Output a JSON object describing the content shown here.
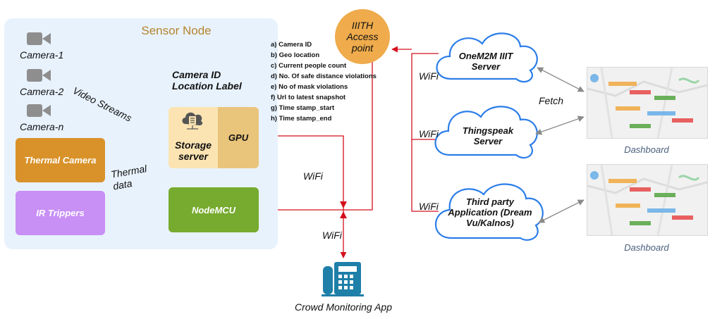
{
  "sensor_node": {
    "title": "Sensor Node",
    "cameras": [
      {
        "label": "Camera-1",
        "icon": "video-camera-icon"
      },
      {
        "label": "Camera-2",
        "icon": "video-camera-icon"
      },
      {
        "label": "Camera-n",
        "icon": "video-camera-icon"
      }
    ],
    "thermal_camera": "Thermal Camera",
    "ir_trippers": "IR Trippers",
    "nodemcu": "NodeMCU",
    "storage_server": "Storage server",
    "storage_icon": "cloud-server-icon",
    "gpu": "GPU",
    "video_streams": "Video Streams",
    "thermal_data": "Thermal data",
    "camera_id_label": "Camera ID Location Label"
  },
  "data_fields": [
    "a) Camera ID",
    "b) Geo location",
    "c) Current people count",
    "d) No. Of safe distance violations",
    "e) No of mask violations",
    "f) Url to latest snapshot",
    "g) Time stamp_start",
    "h) Time stamp_end"
  ],
  "access_point": "IIITH Access point",
  "wifi_labels": {
    "gpu_link": "WiFi",
    "app_link": "WiFi",
    "onem2m_link": "WiFi",
    "thingspeak_link": "WiFi",
    "third_party_link": "WiFi"
  },
  "servers": [
    {
      "label": "OneM2M IIIT Server"
    },
    {
      "label": "Thingspeak Server"
    },
    {
      "label": "Third party Application (Dream Vu/Kalnos)"
    }
  ],
  "fetch_label": "Fetch",
  "dashboards": [
    "Dashboard",
    "Dashboard"
  ],
  "app": {
    "label": "Crowd Monitoring App",
    "icon": "phone-building-icon"
  },
  "colors": {
    "panel": "#e8f2fd",
    "title": "#b5842e",
    "thermal": "#d9922a",
    "ir": "#c88ff5",
    "nodemcu": "#77ab2f",
    "storage": "#fbe4b2",
    "gpu": "#e9c47b",
    "access_point": "#efab4c",
    "cloud": "#2b7de9",
    "red_link": "#d4101c",
    "app_icon": "#1e7fa8"
  }
}
